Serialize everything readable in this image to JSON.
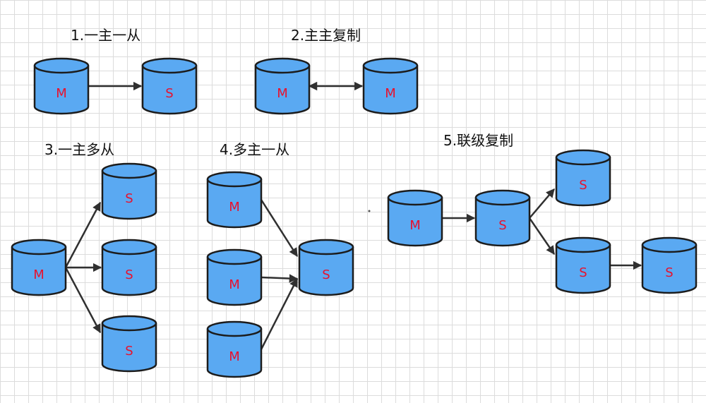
{
  "sections": [
    {
      "title": "1.一主一从",
      "nodes": [
        {
          "id": "m1",
          "label": "M"
        },
        {
          "id": "s1",
          "label": "S"
        }
      ],
      "edges": [
        {
          "from": "m1",
          "to": "s1",
          "dir": "forward"
        }
      ]
    },
    {
      "title": "2.主主复制",
      "nodes": [
        {
          "id": "m2a",
          "label": "M"
        },
        {
          "id": "m2b",
          "label": "M"
        }
      ],
      "edges": [
        {
          "from": "m2a",
          "to": "m2b",
          "dir": "both"
        }
      ]
    },
    {
      "title": "3.一主多从",
      "nodes": [
        {
          "id": "m3",
          "label": "M"
        },
        {
          "id": "s3a",
          "label": "S"
        },
        {
          "id": "s3b",
          "label": "S"
        },
        {
          "id": "s3c",
          "label": "S"
        }
      ],
      "edges": [
        {
          "from": "m3",
          "to": "s3a",
          "dir": "forward"
        },
        {
          "from": "m3",
          "to": "s3b",
          "dir": "forward"
        },
        {
          "from": "m3",
          "to": "s3c",
          "dir": "forward"
        }
      ]
    },
    {
      "title": "4.多主一从",
      "nodes": [
        {
          "id": "m4a",
          "label": "M"
        },
        {
          "id": "m4b",
          "label": "M"
        },
        {
          "id": "m4c",
          "label": "M"
        },
        {
          "id": "s4",
          "label": "S"
        }
      ],
      "edges": [
        {
          "from": "m4a",
          "to": "s4",
          "dir": "forward"
        },
        {
          "from": "m4b",
          "to": "s4",
          "dir": "forward"
        },
        {
          "from": "m4c",
          "to": "s4",
          "dir": "forward"
        }
      ]
    },
    {
      "title": "5.联级复制",
      "nodes": [
        {
          "id": "m5",
          "label": "M"
        },
        {
          "id": "s5a",
          "label": "S"
        },
        {
          "id": "s5b",
          "label": "S"
        },
        {
          "id": "s5c",
          "label": "S"
        },
        {
          "id": "s5d",
          "label": "S"
        }
      ],
      "edges": [
        {
          "from": "m5",
          "to": "s5a",
          "dir": "forward"
        },
        {
          "from": "s5a",
          "to": "s5b",
          "dir": "forward"
        },
        {
          "from": "s5a",
          "to": "s5c",
          "dir": "forward"
        },
        {
          "from": "s5c",
          "to": "s5d",
          "dir": "forward"
        }
      ]
    }
  ],
  "colors": {
    "node_fill": "#5aa9f2",
    "node_stroke": "#1c1c1c",
    "node_label": "#e8112d",
    "edge": "#303030",
    "grid": "#dcdcdc",
    "background": "#ffffff"
  }
}
